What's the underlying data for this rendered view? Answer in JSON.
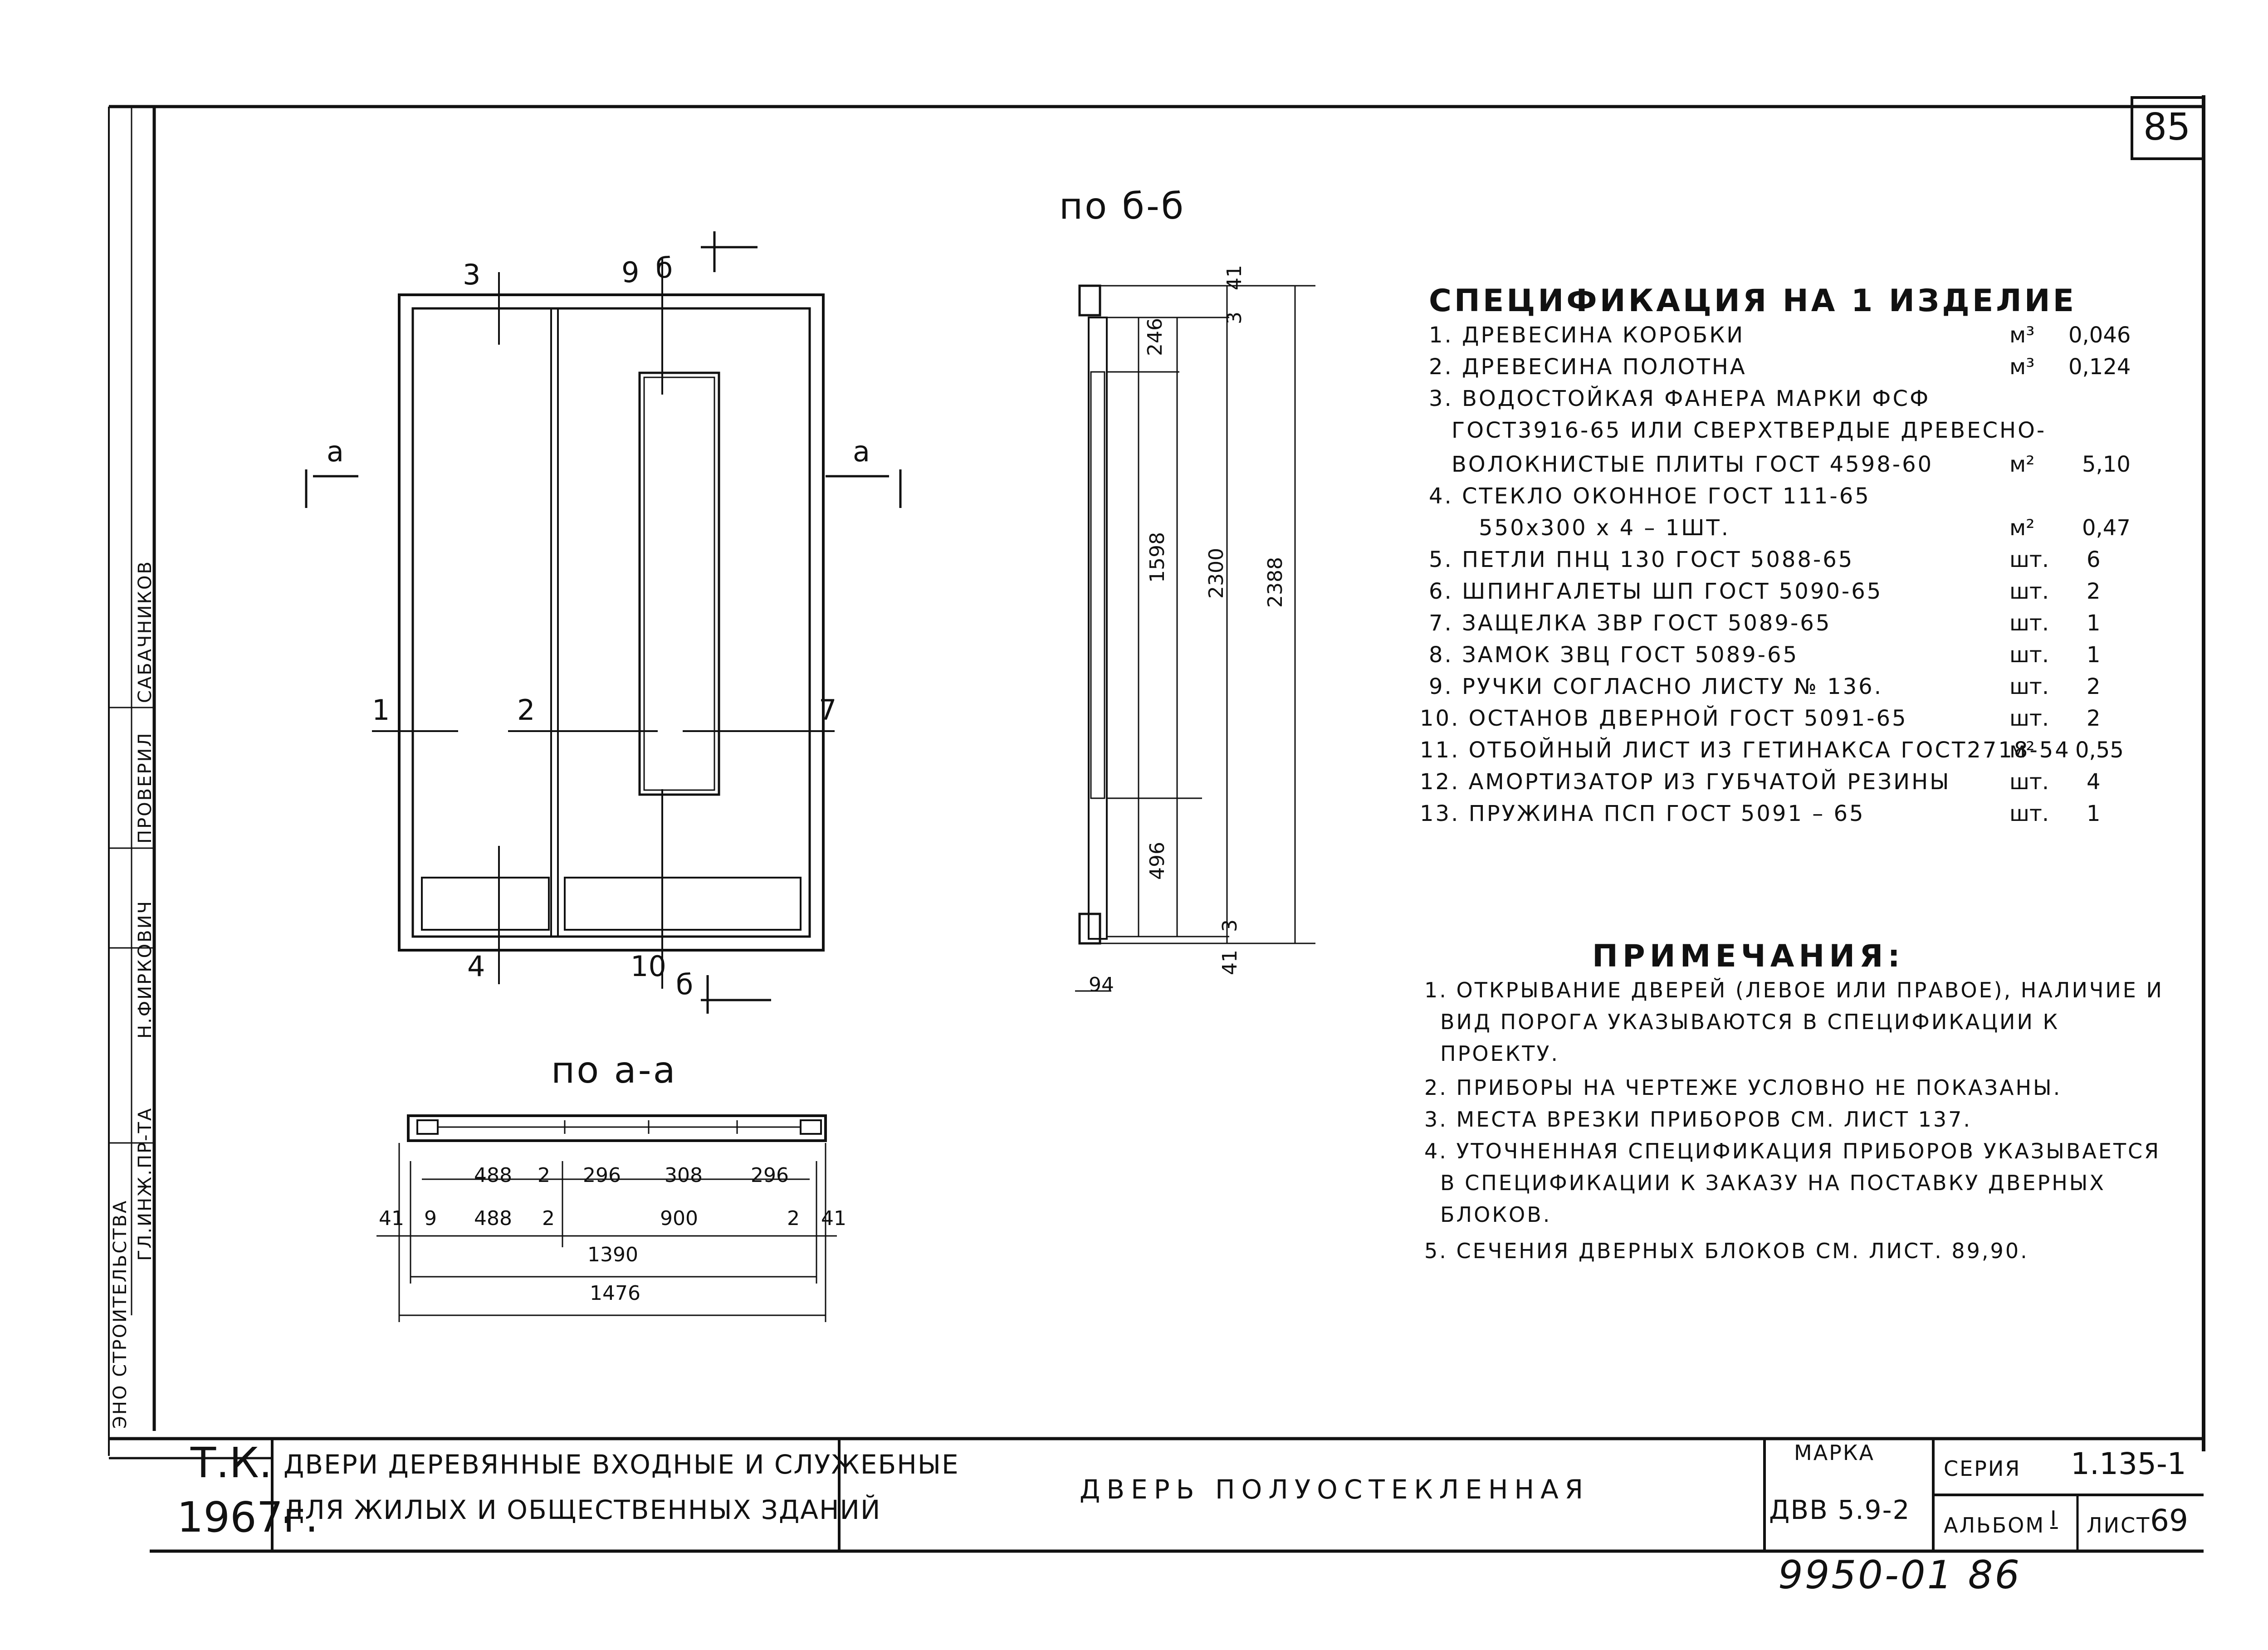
{
  "sheet_number_corner": "85",
  "section_bb": {
    "title": "по б-б",
    "dims": [
      "41",
      "3",
      "246",
      "1598",
      "2300",
      "2388",
      "496",
      "3",
      "41",
      "94"
    ]
  },
  "section_aa": {
    "title": "по а-а",
    "dims_row1": [
      "488",
      "2",
      "296",
      "308",
      "296"
    ],
    "dims_row2": [
      "41",
      "9",
      "488",
      "2",
      "900",
      "2",
      "41"
    ],
    "overall_inner": "1390",
    "overall": "1476"
  },
  "elevation": {
    "cut_a_left": "а",
    "cut_a_right": "а",
    "cut_b_top": "б",
    "cut_b_bottom": "б",
    "callouts": {
      "c1": "1",
      "c2": "2",
      "c3": "3",
      "c4": "4",
      "c7": "7",
      "c9": "9",
      "c10": "10"
    }
  },
  "specification": {
    "title": "СПЕЦИФИКАЦИЯ НА 1 ИЗДЕЛИЕ",
    "items": [
      {
        "text": "1. ДРЕВЕСИНА КОРОБКИ",
        "unit": "м³",
        "qty": "0,046"
      },
      {
        "text": "2. ДРЕВЕСИНА ПОЛОТНА",
        "unit": "м³",
        "qty": "0,124"
      },
      {
        "text": "3. ВОДОСТОЙКАЯ ФАНЕРА МАРКИ ФСФ",
        "unit": "",
        "qty": ""
      },
      {
        "text": "ГОСТ3916-65 ИЛИ СВЕРХТВЕРДЫЕ ДРЕВЕСНО-",
        "unit": "",
        "qty": ""
      },
      {
        "text": "ВОЛОКНИСТЫЕ ПЛИТЫ ГОСТ 4598-60",
        "unit": "м²",
        "qty": "5,10"
      },
      {
        "text": "4. СТЕКЛО ОКОННОЕ ГОСТ 111-65",
        "unit": "",
        "qty": ""
      },
      {
        "text": "550х300 х 4 – 1ШТ.",
        "unit": "м²",
        "qty": "0,47"
      },
      {
        "text": "5. ПЕТЛИ ПНЦ 130 ГОСТ 5088-65",
        "unit": "шт.",
        "qty": "6"
      },
      {
        "text": "6. ШПИНГАЛЕТЫ ШП ГОСТ 5090-65",
        "unit": "шт.",
        "qty": "2"
      },
      {
        "text": "7. ЗАЩЕЛКА ЗВР ГОСТ 5089-65",
        "unit": "шт.",
        "qty": "1"
      },
      {
        "text": "8. ЗАМОК ЗВЦ ГОСТ 5089-65",
        "unit": "шт.",
        "qty": "1"
      },
      {
        "text": "9. РУЧКИ СОГЛАСНО ЛИСТУ № 136.",
        "unit": "шт.",
        "qty": "2"
      },
      {
        "text": "10. ОСТАНОВ ДВЕРНОЙ ГОСТ 5091-65",
        "unit": "шт.",
        "qty": "2"
      },
      {
        "text": "11. ОТБОЙНЫЙ ЛИСТ ИЗ ГЕТИНАКСА ГОСТ2718-54",
        "unit": "м²",
        "qty": "0,55"
      },
      {
        "text": "12. АМОРТИЗАТОР ИЗ ГУБЧАТОЙ РЕЗИНЫ",
        "unit": "шт.",
        "qty": "4"
      },
      {
        "text": "13. ПРУЖИНА ПСП ГОСТ 5091 – 65",
        "unit": "шт.",
        "qty": "1"
      }
    ]
  },
  "notes": {
    "title": "ПРИМЕЧАНИЯ:",
    "lines": [
      "1. ОТКРЫВАНИЕ ДВЕРЕЙ (ЛЕВОЕ ИЛИ ПРАВОЕ), НАЛИЧИЕ И",
      "ВИД ПОРОГА УКАЗЫВАЮТСЯ В СПЕЦИФИКАЦИИ К",
      "ПРОЕКТУ.",
      "2. ПРИБОРЫ НА ЧЕРТЕЖЕ УСЛОВНО НЕ ПОКАЗАНЫ.",
      "3. МЕСТА ВРЕЗКИ ПРИБОРОВ СМ. ЛИСТ 137.",
      "4. УТОЧНЕННАЯ СПЕЦИФИКАЦИЯ ПРИБОРОВ УКАЗЫВАЕТСЯ",
      "В СПЕЦИФИКАЦИИ К ЗАКАЗУ НА ПОСТАВКУ ДВЕРНЫХ",
      "БЛОКОВ.",
      "5. СЕЧЕНИЯ ДВЕРНЫХ БЛОКОВ СМ. ЛИСТ. 89,90."
    ]
  },
  "title_block": {
    "org_code": "Т.К.",
    "year": "1967г.",
    "series_title_1": "ДВЕРИ ДЕРЕВЯННЫЕ ВХОДНЫЕ И СЛУЖЕБНЫЕ",
    "series_title_2": "ДЛЯ ЖИЛЫХ И ОБЩЕСТВЕННЫХ ЗДАНИЙ",
    "drawing_title": "ДВЕРЬ ПОЛУОСТЕКЛЕННАЯ",
    "marka_label": "МАРКА",
    "marka_value": "ДВВ 5.9-2",
    "seria_label": "СЕРИЯ",
    "seria_value": "1.135-1",
    "album_label": "АЛЬБОМ",
    "album_value": "I",
    "sheet_label": "ЛИСТ",
    "sheet_value": "69"
  },
  "handwritten_note": "9950-01 86",
  "side_stamp": {
    "labels": [
      "ГЛ.ИНЖ.ПР-ТА",
      "Н.ФИРКОВИЧ",
      "ПРОВЕРИЛ",
      "САБАЧНИКОВ"
    ],
    "org_text": "ЭНО СТРОИТЕЛЬСТВА"
  }
}
